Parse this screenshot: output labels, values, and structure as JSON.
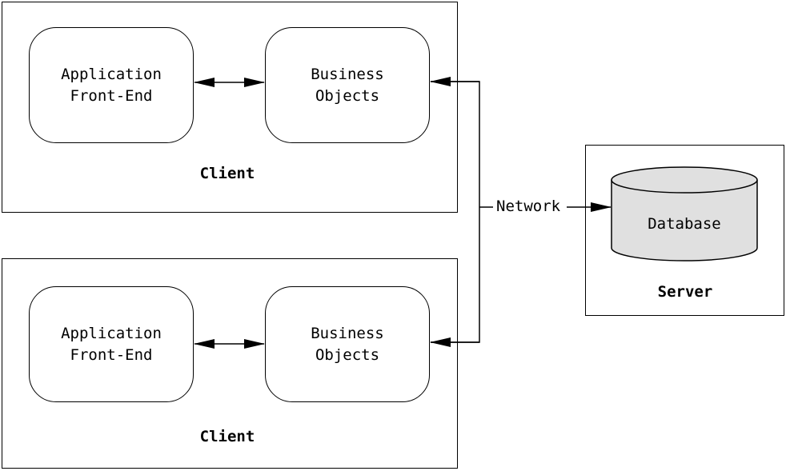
{
  "clients": [
    {
      "caption": "Client",
      "front_end": {
        "line1": "Application",
        "line2": "Front-End"
      },
      "business": {
        "line1": "Business",
        "line2": "Objects"
      }
    },
    {
      "caption": "Client",
      "front_end": {
        "line1": "Application",
        "line2": "Front-End"
      },
      "business": {
        "line1": "Business",
        "line2": "Objects"
      }
    }
  ],
  "network": {
    "label": "Network"
  },
  "server": {
    "caption": "Server",
    "database_label": "Database",
    "database_fill": "#e0e0e0"
  }
}
